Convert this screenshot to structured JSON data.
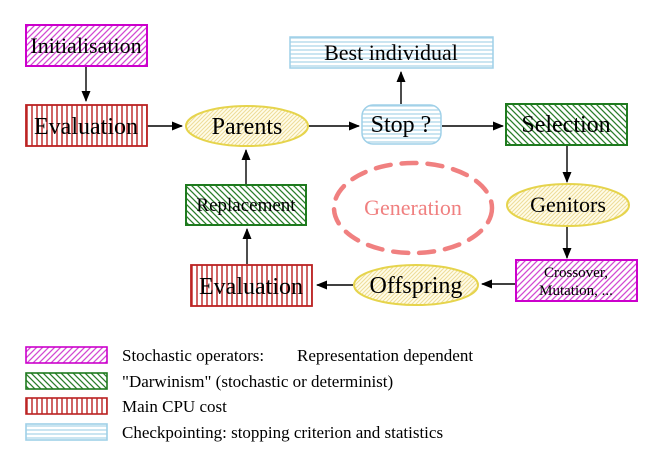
{
  "figure": {
    "nodes": {
      "initialisation": "Initialisation",
      "evaluation_top": "Evaluation",
      "parents": "Parents",
      "best_individual": "Best individual",
      "stop": "Stop ?",
      "selection": "Selection",
      "replacement": "Replacement",
      "generation": "Generation",
      "genitors": "Genitors",
      "evaluation_bottom": "Evaluation",
      "offspring": "Offspring",
      "crossover_line1": "Crossover,",
      "crossover_line2": "Mutation, ..."
    },
    "legend": {
      "stochastic_label": "Stochastic operators:",
      "representation_label": "Representation dependent",
      "darwinism_label": "\"Darwinism\" (stochastic or determinist)",
      "cpu_label": "Main CPU cost",
      "checkpointing_label": "Checkpointing: stopping criterion and statistics"
    },
    "colors": {
      "magenta": "#cc00cc",
      "green_border": "#1e7a1e",
      "green_text": "#007800",
      "red": "#bb2222",
      "red_text": "#cc0000",
      "cyan": "#9fd0e8",
      "cyan_text": "#8fc8e8",
      "yellow_border": "#e6d44c",
      "yellow_fill": "#fffdea",
      "gold_text": "#e8d000",
      "salmon": "#f08080",
      "arrow": "#000000"
    }
  }
}
